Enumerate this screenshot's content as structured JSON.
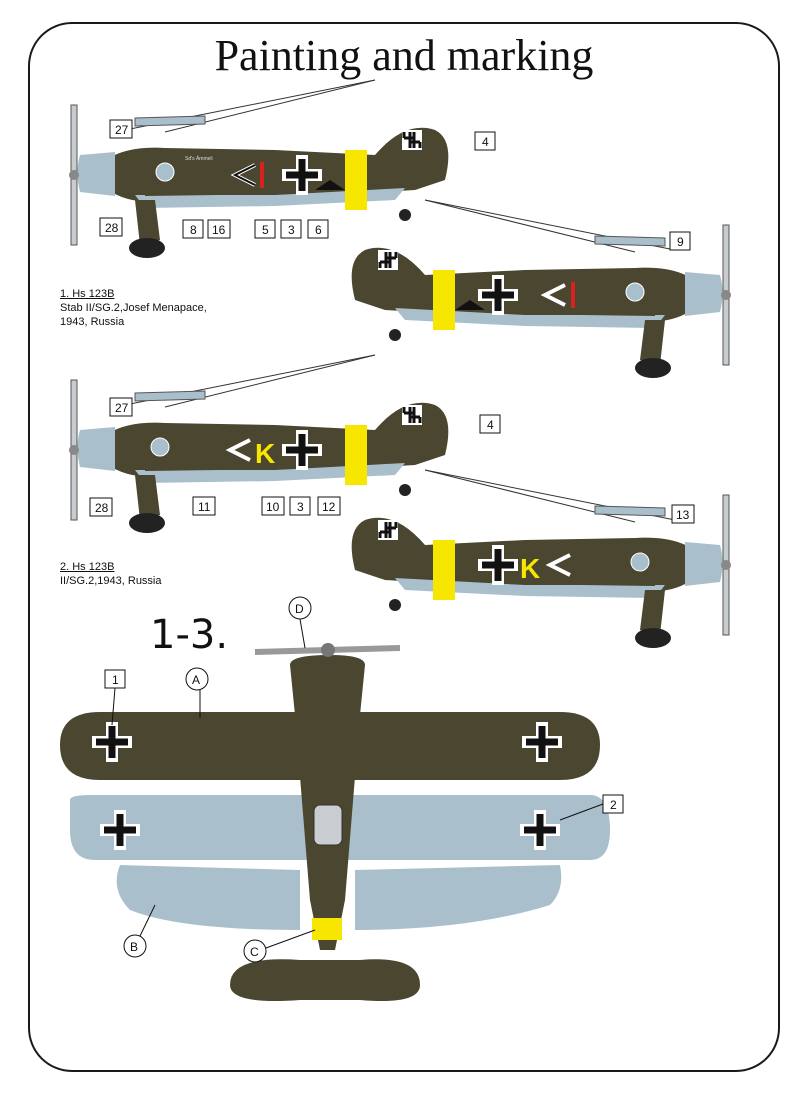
{
  "title": "Painting and marking",
  "schemes": [
    {
      "name": "1. Hs 123B",
      "unit": "Stab II/SG.2,Josef Menapace,",
      "date_place": "1943, Russia"
    },
    {
      "name": "2. Hs 123B",
      "unit": "II/SG.2,1943, Russia"
    }
  ],
  "topview_label": "1-3.",
  "aircraft_code": "K",
  "nose_text": "Sd's Ämmeli",
  "callouts": {
    "a1": [
      "27",
      "28",
      "8",
      "16",
      "5",
      "3",
      "6",
      "4"
    ],
    "a2": [
      "9"
    ],
    "b1": [
      "27",
      "28",
      "11",
      "10",
      "3",
      "12",
      "4"
    ],
    "b2": [
      "13"
    ],
    "top": [
      "D",
      "1",
      "A",
      "2",
      "B",
      "C"
    ]
  },
  "colors": {
    "olive": "#4a4630",
    "light_blue": "#a9c0cc",
    "yellow": "#f7e600",
    "red": "#d9221d",
    "black": "#111111"
  }
}
